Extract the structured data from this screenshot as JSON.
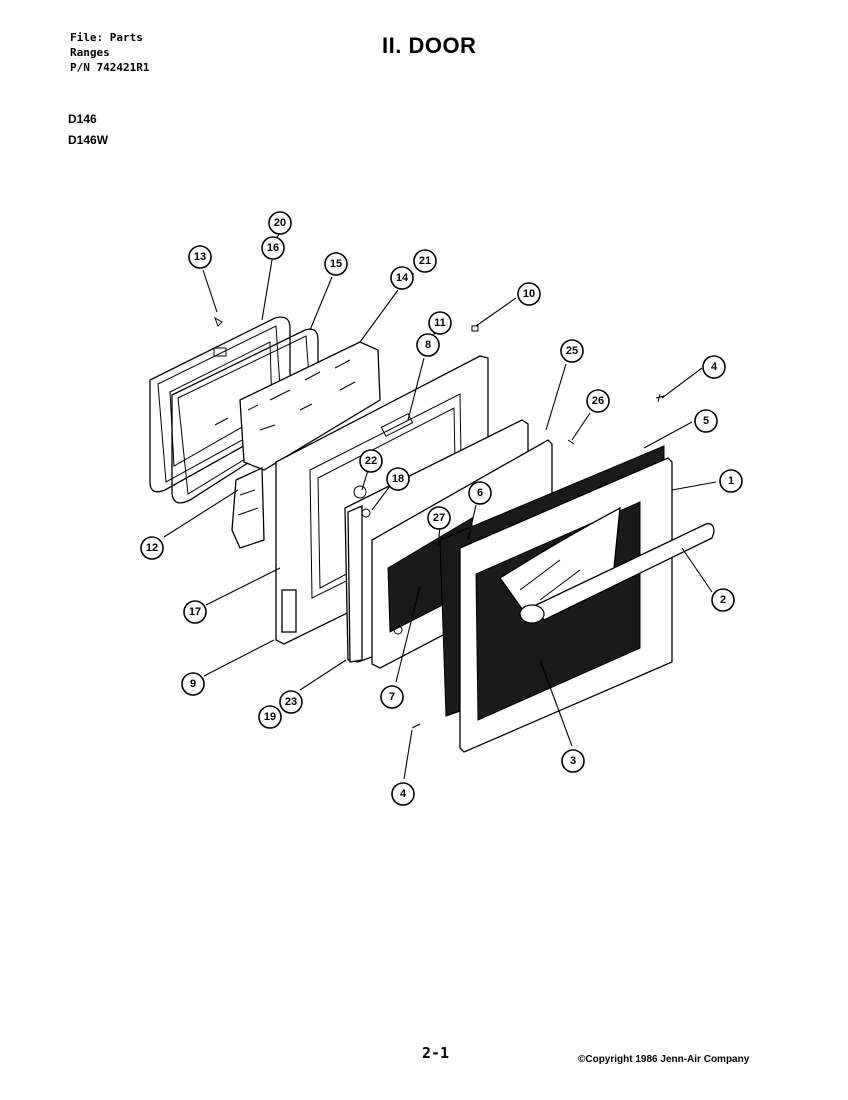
{
  "header": {
    "file_line": "File: Parts",
    "category_line": "Ranges",
    "part_number_line": "P/N 742421R1",
    "title": "II. DOOR"
  },
  "models": [
    "D146",
    "D146W"
  ],
  "callouts": [
    "20",
    "16",
    "13",
    "15",
    "21",
    "14",
    "10",
    "11",
    "8",
    "25",
    "4",
    "26",
    "5",
    "22",
    "18",
    "1",
    "6",
    "27",
    "12",
    "2",
    "17",
    "9",
    "7",
    "23",
    "19",
    "3",
    "4"
  ],
  "footer": {
    "page_number": "2-1",
    "copyright": "©Copyright 1986 Jenn-Air Company"
  }
}
